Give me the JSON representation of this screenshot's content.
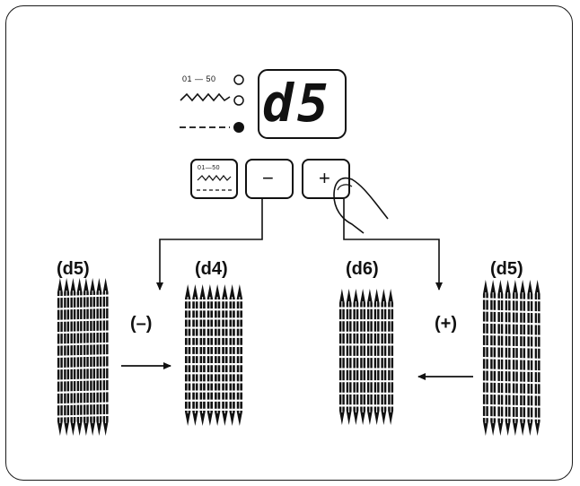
{
  "panel": {
    "range_label": "01 — 50",
    "display_value": "d5",
    "indicators": [
      {
        "icon": "range-indicator",
        "lit": false
      },
      {
        "icon": "zigzag-stitch-indicator",
        "lit": false
      },
      {
        "icon": "straight-stitch-indicator",
        "lit": true
      }
    ]
  },
  "buttons": {
    "mode": {
      "range_label": "01—50"
    },
    "minus": {
      "label": "−"
    },
    "plus": {
      "label": "+"
    }
  },
  "samples": {
    "left_start": "(d5)",
    "left_result": "(d4)",
    "right_result": "(d6)",
    "right_start": "(d5)",
    "minus_caption": "(–)",
    "plus_caption": "(+)"
  },
  "colors": {
    "ink": "#111111",
    "background": "#ffffff"
  }
}
